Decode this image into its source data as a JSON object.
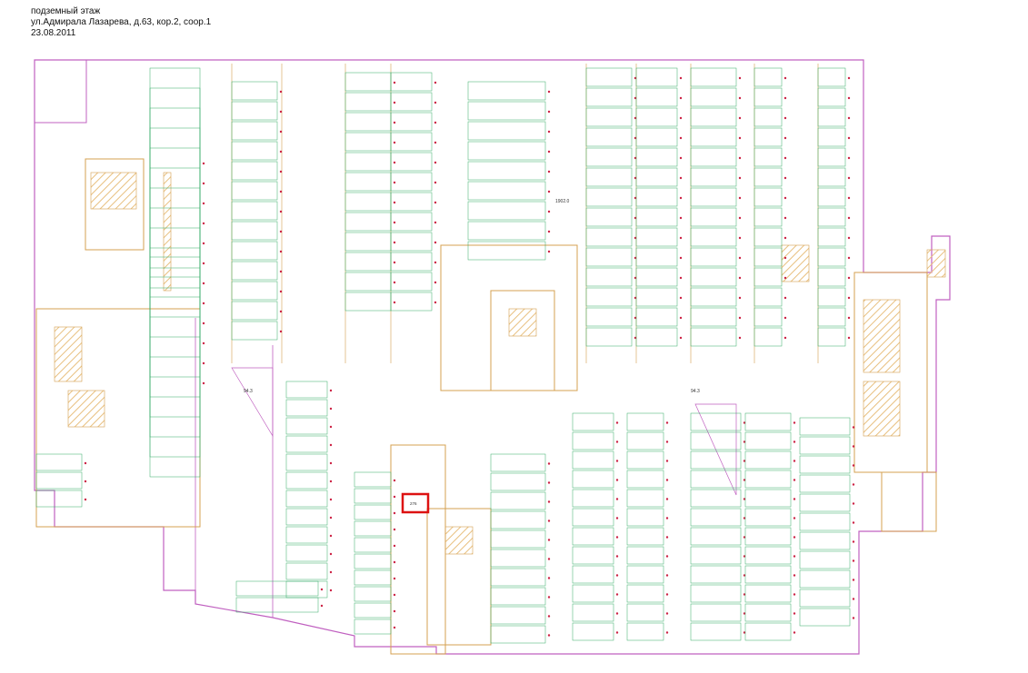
{
  "header": {
    "floor": "подземный этаж",
    "address": "ул.Адмирала Лазарева, д.63, кор.2, соор.1",
    "date": "23.08.2011"
  },
  "colors": {
    "wall": "#c060c0",
    "stall": "#33aa66",
    "structure": "#d4a050",
    "hatch": "#e8c080",
    "number": "#cc2244",
    "text": "#333333",
    "highlight": "#dd1111"
  },
  "plan": {
    "main_hall_area": "1902.0",
    "ramp_area_left": "94.3",
    "ramp_area_right": "94.3",
    "highlight_stall": "276"
  }
}
